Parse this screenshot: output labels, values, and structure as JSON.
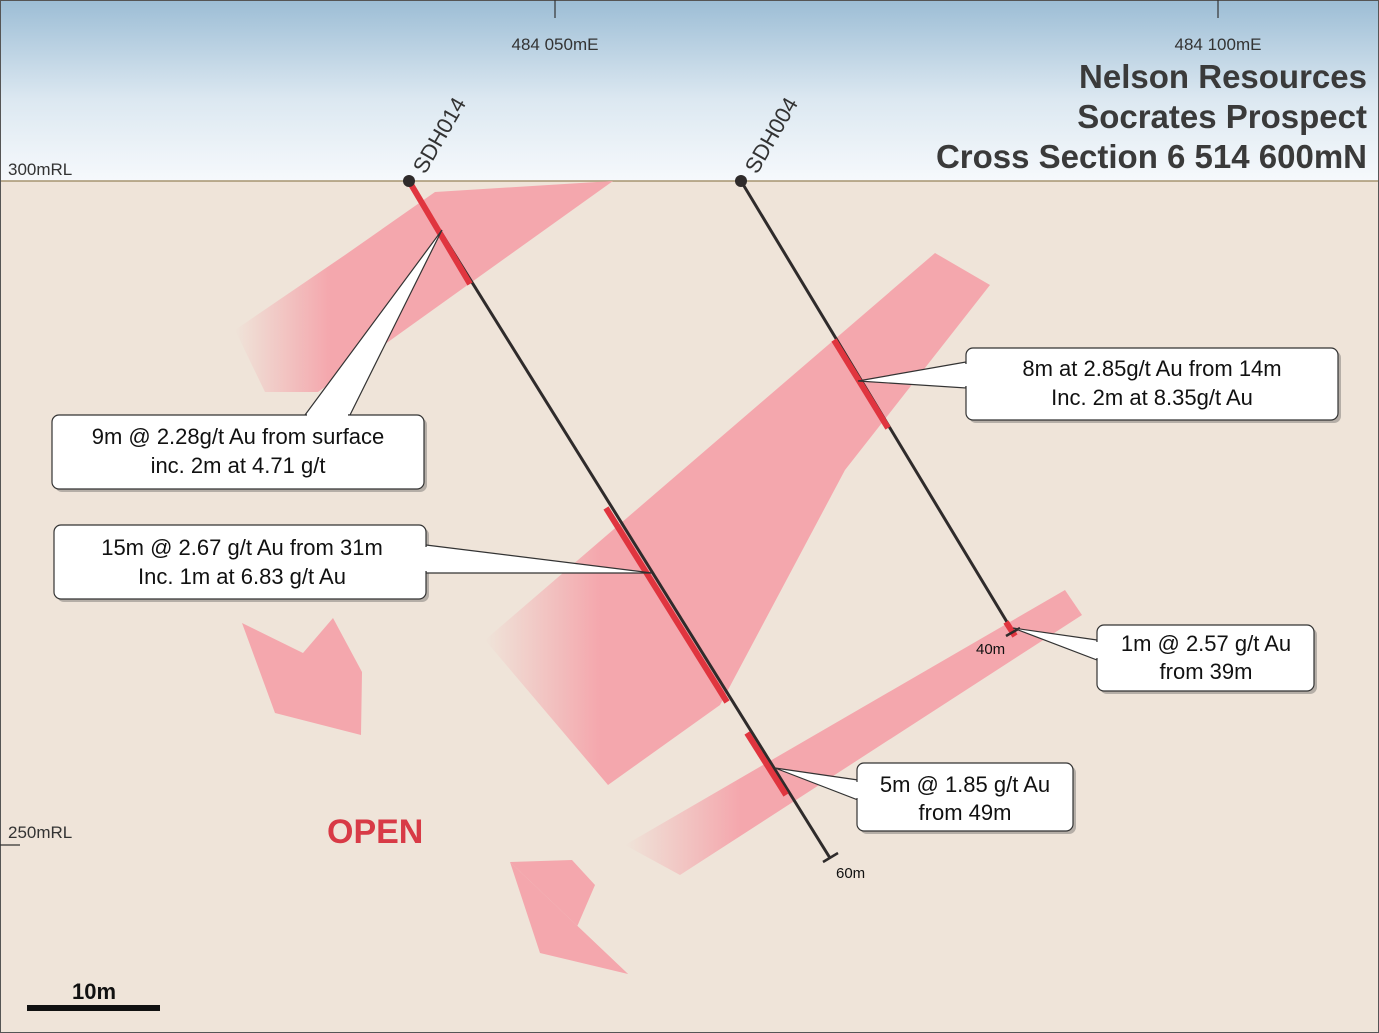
{
  "title": {
    "line1": "Nelson Resources",
    "line2": "Socrates Prospect",
    "line3": "Cross Section 6 514 600mN"
  },
  "eastings": [
    "484 050mE",
    "484 100mE"
  ],
  "reduced_levels": [
    "300mRL",
    "250mRL"
  ],
  "drillholes": [
    {
      "name": "SDH014",
      "end_depth": "60m"
    },
    {
      "name": "SDH004",
      "end_depth": "40m"
    }
  ],
  "callouts": {
    "sdh014_surface": [
      "9m @ 2.28g/t Au from surface",
      "inc. 2m at 4.71 g/t"
    ],
    "sdh014_31m": [
      "15m @ 2.67 g/t Au from 31m",
      "Inc. 1m at 6.83 g/t Au"
    ],
    "sdh014_49m": [
      "5m @ 1.85 g/t Au",
      "from 49m"
    ],
    "sdh004_14m": [
      "8m at 2.85g/t Au from 14m",
      "Inc. 2m at 8.35g/t Au"
    ],
    "sdh004_39m": [
      "1m @ 2.57 g/t Au",
      "from 39m"
    ]
  },
  "open_label": "OPEN",
  "scale_bar": "10m",
  "colors": {
    "sky_top": "#9fbfd6",
    "sky_bottom": "#f3f7fb",
    "ground": "#efe4d9",
    "mineralisation_zone": "#f4a7ad",
    "intercept": "#e0353f",
    "drill_trace": "#2f2b2b",
    "open_text": "#d83a46"
  }
}
